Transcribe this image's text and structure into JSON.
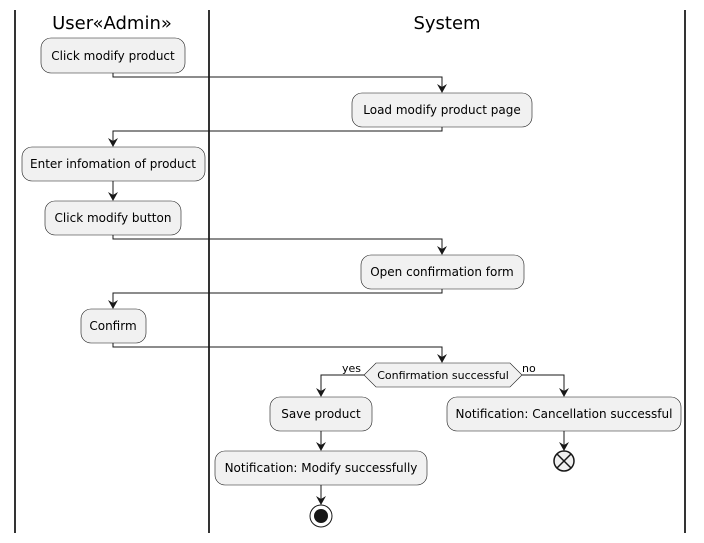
{
  "lanes": {
    "user": "User«Admin»",
    "system": "System"
  },
  "activities": {
    "click_modify_product": "Click modify product",
    "load_modify_page": "Load modify product page",
    "enter_info": "Enter infomation of product",
    "click_modify_button": "Click modify button",
    "open_confirmation": "Open confirmation form",
    "confirm": "Confirm",
    "save_product": "Save product",
    "notify_modify": "Notification: Modify successfully",
    "notify_cancel": "Notification: Cancellation successful"
  },
  "decision": {
    "label": "Confirmation successful",
    "yes": "yes",
    "no": "no"
  }
}
